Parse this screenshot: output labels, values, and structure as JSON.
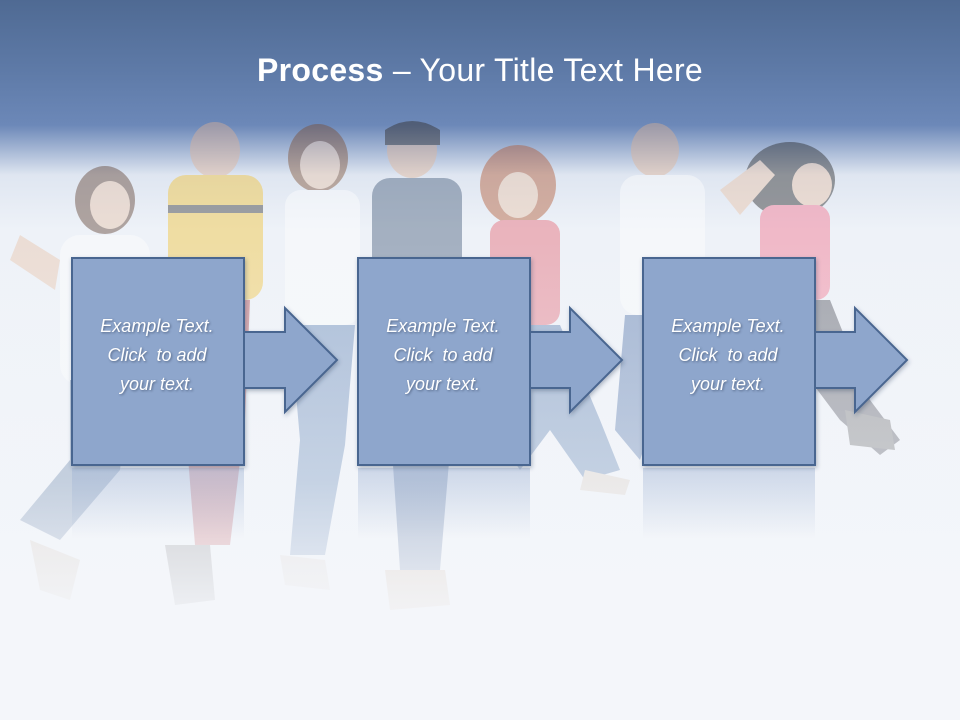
{
  "title": {
    "bold": "Process",
    "rest": " – Your Title Text Here"
  },
  "steps": [
    {
      "lines": [
        "Example Text.",
        "Click  to add",
        "your text."
      ]
    },
    {
      "lines": [
        "Example Text.",
        "Click  to add",
        "your text."
      ]
    },
    {
      "lines": [
        "Example Text.",
        "Click  to add",
        "your text."
      ]
    }
  ],
  "colors": {
    "header": "#5e7aa7",
    "box_fill": "#8ea6cc",
    "box_stroke": "#4a6690",
    "text": "#ffffff"
  }
}
